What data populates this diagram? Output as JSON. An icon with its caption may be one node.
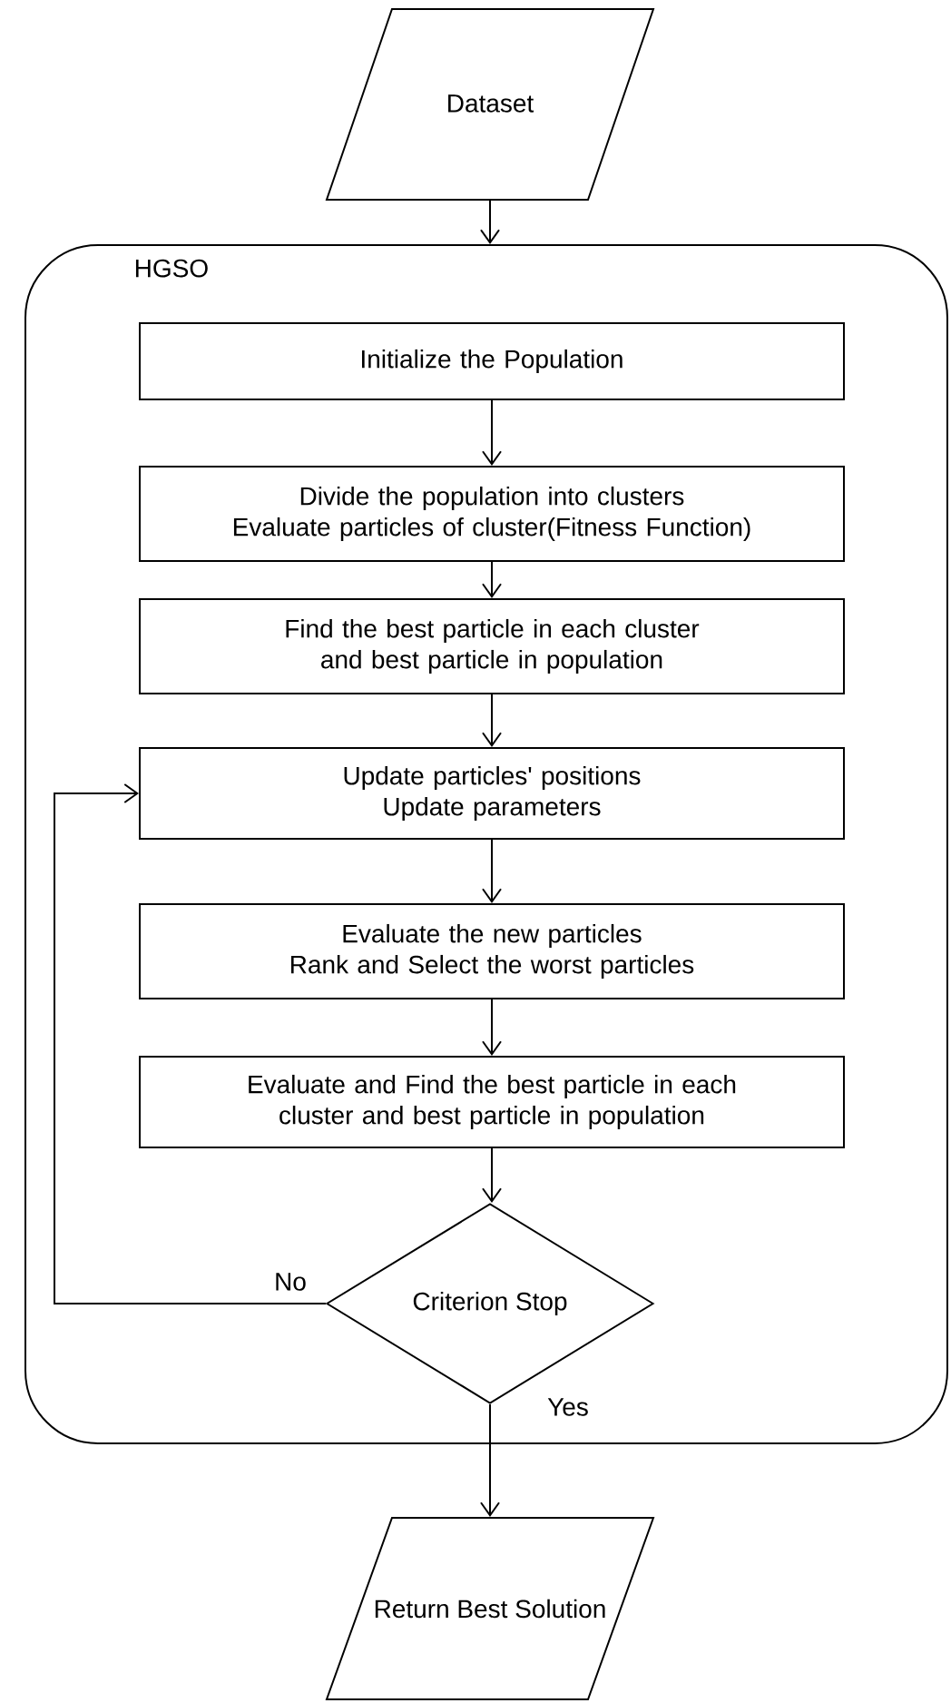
{
  "diagram": {
    "nodes": [
      {
        "text": [
          "Dataset"
        ]
      },
      {
        "text": [
          "HGSO"
        ]
      },
      {
        "text": [
          "Initialize the Population"
        ],
        "in": 1
      },
      {
        "text": [
          "Divide the population into clusters",
          "Evaluate particles of cluster(Fitness Function)"
        ],
        "in": 1
      },
      {
        "text": [
          "Find the best particle in each cluster and best particle in population"
        ],
        "in": 1
      },
      {
        "text": [
          "Update particles' positions",
          "Update parameters"
        ],
        "in": 1
      },
      {
        "text": [
          "Evaluate the new particles",
          "Rank and Select the worst particles"
        ],
        "in": 1
      },
      {
        "text": [
          "Evaluate and Find the best particle in each cluster and best particle in population"
        ],
        "in": 1
      },
      {
        "text": [
          "Criterion Stop"
        ],
        "in": 1
      },
      {
        "text": [
          "Return Best Solution"
        ]
      }
    ],
    "edges": [
      {
        "from": 0,
        "to": 1,
        "arrow": "to"
      },
      {
        "from": 2,
        "to": 3,
        "arrow": "to"
      },
      {
        "from": 3,
        "to": 4,
        "arrow": "to"
      },
      {
        "from": 4,
        "to": 5,
        "arrow": "to"
      },
      {
        "from": 5,
        "to": 6,
        "arrow": "to"
      },
      {
        "from": 6,
        "to": 7,
        "arrow": "to"
      },
      {
        "from": 7,
        "to": 8,
        "arrow": "to"
      },
      {
        "from": 8,
        "to": 5,
        "arrow": "to",
        "label": "No"
      },
      {
        "from": 8,
        "to": 9,
        "arrow": "to",
        "label": "Yes"
      }
    ]
  }
}
